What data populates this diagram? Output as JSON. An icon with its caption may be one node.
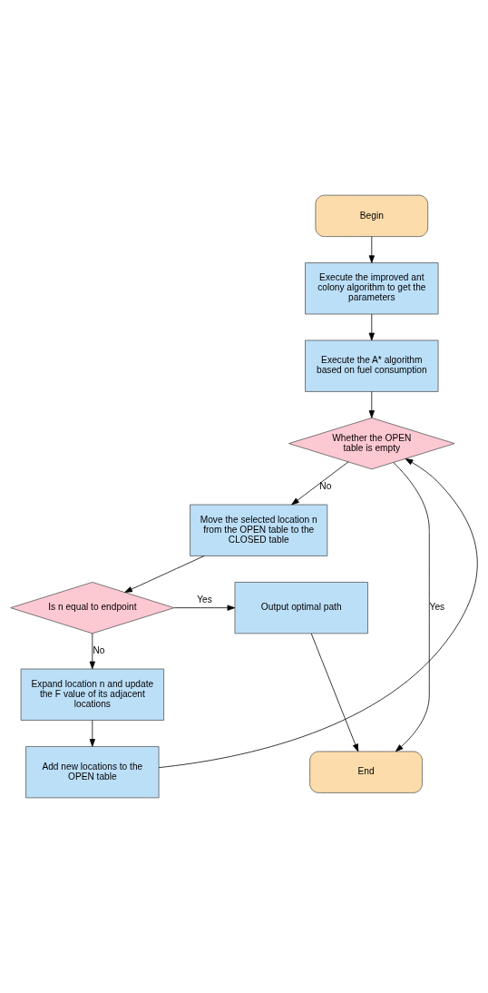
{
  "diagram": {
    "nodes": [
      {
        "text": [
          "Begin"
        ]
      },
      {
        "text": [
          "Execute the improved ant colony algorithm to get the parameters"
        ]
      },
      {
        "text": [
          "Execute the A* algorithm based on fuel consumption"
        ]
      },
      {
        "text": [
          "Whether the OPEN table is empty"
        ]
      },
      {
        "text": [
          "Move the selected location n from the OPEN table to the CLOSED table"
        ]
      },
      {
        "text": [
          "Is n equal to endpoint"
        ]
      },
      {
        "text": [
          "Output optimal path"
        ]
      },
      {
        "text": [
          "Expand location n and update the F value of its adjacent locations"
        ]
      },
      {
        "text": [
          "Add new locations to the OPEN table"
        ]
      },
      {
        "text": [
          "End"
        ]
      }
    ],
    "edges": [
      {
        "from": 0,
        "to": 1,
        "arrow": "to"
      },
      {
        "from": 1,
        "to": 2,
        "arrow": "to"
      },
      {
        "from": 2,
        "to": 3,
        "arrow": "to"
      },
      {
        "from": 3,
        "to": 4,
        "label": "No",
        "arrow": "to"
      },
      {
        "from": 4,
        "to": 5,
        "arrow": "to"
      },
      {
        "from": 5,
        "to": 6,
        "label": "Yes",
        "arrow": "to"
      },
      {
        "from": 5,
        "to": 7,
        "label": "No",
        "arrow": "to"
      },
      {
        "from": 6,
        "to": 9,
        "arrow": "to"
      },
      {
        "from": 7,
        "to": 8,
        "arrow": "to"
      },
      {
        "from": 8,
        "to": 3,
        "arrow": "to"
      },
      {
        "from": 3,
        "to": 9,
        "label": "Yes",
        "arrow": "to"
      }
    ]
  }
}
